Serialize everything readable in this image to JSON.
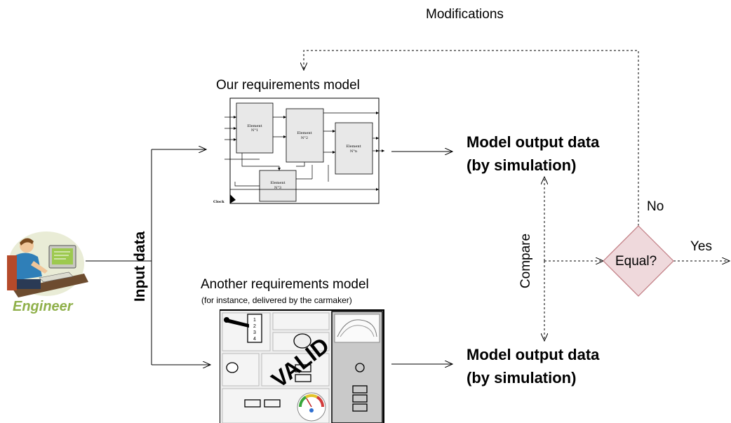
{
  "labels": {
    "modifications": "Modifications",
    "top_model_title": "Our requirements model",
    "bottom_model_title": "Another requirements model",
    "bottom_model_subtitle": "(for instance, delivered by the carmaker)",
    "input_data": "Input data",
    "engineer": "Engineer",
    "output_top_line1": "Model output data",
    "output_top_line2": "(by simulation)",
    "output_bottom_line1": "Model output data",
    "output_bottom_line2": "(by simulation)",
    "compare": "Compare",
    "decision": "Equal?",
    "no": "No",
    "yes": "Yes"
  },
  "block_diagram": {
    "element_1": [
      "Element",
      "N°1"
    ],
    "element_2": [
      "Element",
      "N°2"
    ],
    "element_n": [
      "Element",
      "N°n"
    ],
    "element_3": [
      "Element",
      "N°3"
    ],
    "clock": "Clock"
  },
  "panel": {
    "gear_numbers": [
      "1",
      "2",
      "3",
      "4"
    ],
    "stamp": "VALID"
  },
  "colors": {
    "decision_fill": "#efd9dc",
    "decision_stroke": "#c07a80",
    "engineer_text": "#8fb04a",
    "element_fill": "#e8e8e8"
  }
}
